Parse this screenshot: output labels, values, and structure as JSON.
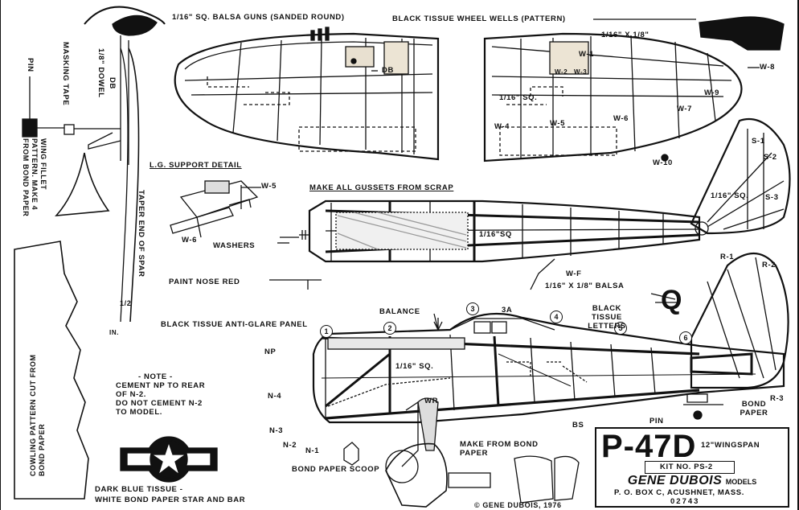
{
  "labels": {
    "guns": "1/16\" SQ. BALSA GUNS (SANDED ROUND)",
    "wheel_wells": "BLACK TISSUE WHEEL WELLS (PATTERN)",
    "spar_size": "1/16\" X 1/8\"",
    "db": "DB",
    "db2": "DB",
    "w1": "W-1",
    "w2": "W-2",
    "w3": "W-3",
    "w4": "W-4",
    "w5": "W-5",
    "w6": "W-6",
    "w7": "W-7",
    "w8": "W-8",
    "w9": "W-9",
    "w10": "W-10",
    "wing_sq": "1/16\" SQ.",
    "s1": "S-1",
    "s2": "S-2",
    "s3": "S-3",
    "stab_sq": "1/16\" SQ.",
    "r1": "R-1",
    "r2": "R-2",
    "r3": "R-3",
    "lg_detail": "L.G. SUPPORT DETAIL",
    "lg_w5": "W-5",
    "lg_w6": "W-6",
    "gussets": "MAKE ALL GUSSETS FROM SCRAP",
    "washers": "WASHERS",
    "fuse_sq": "1/16\"SQ",
    "wf": "W-F",
    "balsa": "1/16\" X 1/8\" BALSA",
    "paint_nose": "PAINT NOSE RED",
    "taper": "TAPER END OF SPAR",
    "half_in": "1/2",
    "in": "IN.",
    "pin": "PIN",
    "masking": "MASKING TAPE",
    "dowel": "1/8\" DOWEL",
    "fillet": "WING FILLET PATTERN. MAKE 4 FROM BOND PAPER",
    "cowling": "COWLING PATTERN CUT FROM BOND PAPER",
    "balance": "BALANCE",
    "antiglare": "BLACK TISSUE ANTI-GLARE PANEL",
    "c1": "1",
    "c2": "2",
    "c3": "3",
    "c3a": "3A",
    "c4": "4",
    "c5": "5",
    "c6": "6",
    "black_letters": "BLACK TISSUE LETTERS",
    "q": "Q",
    "np": "NP",
    "n4": "N-4",
    "n3": "N-3",
    "n2": "N-2",
    "n1": "N-1",
    "side_sq": "1/16\" SQ.",
    "wr": "WR",
    "bs": "BS",
    "pin2": "PIN",
    "bond_paper": "BOND PAPER",
    "make_from": "MAKE FROM BOND PAPER",
    "scoop": "BOND PAPER SCOOP",
    "note_title": "- NOTE -",
    "note_body": [
      "CEMENT NP TO REAR",
      "OF N-2.",
      "DO NOT CEMENT N-2",
      "TO MODEL."
    ],
    "insignia": [
      "DARK BLUE TISSUE -",
      "WHITE BOND PAPER STAR AND BAR"
    ],
    "copyright": "© GENE DUBOIS, 1976"
  },
  "title_block": {
    "model": "P-47D",
    "span": "12\"WINGSPAN",
    "kit": "KIT NO. PS-2",
    "maker": "GENE DUBOIS",
    "maker_suffix": "MODELS",
    "address": "P. O. BOX C, ACUSHNET, MASS.",
    "zip": "02743"
  }
}
